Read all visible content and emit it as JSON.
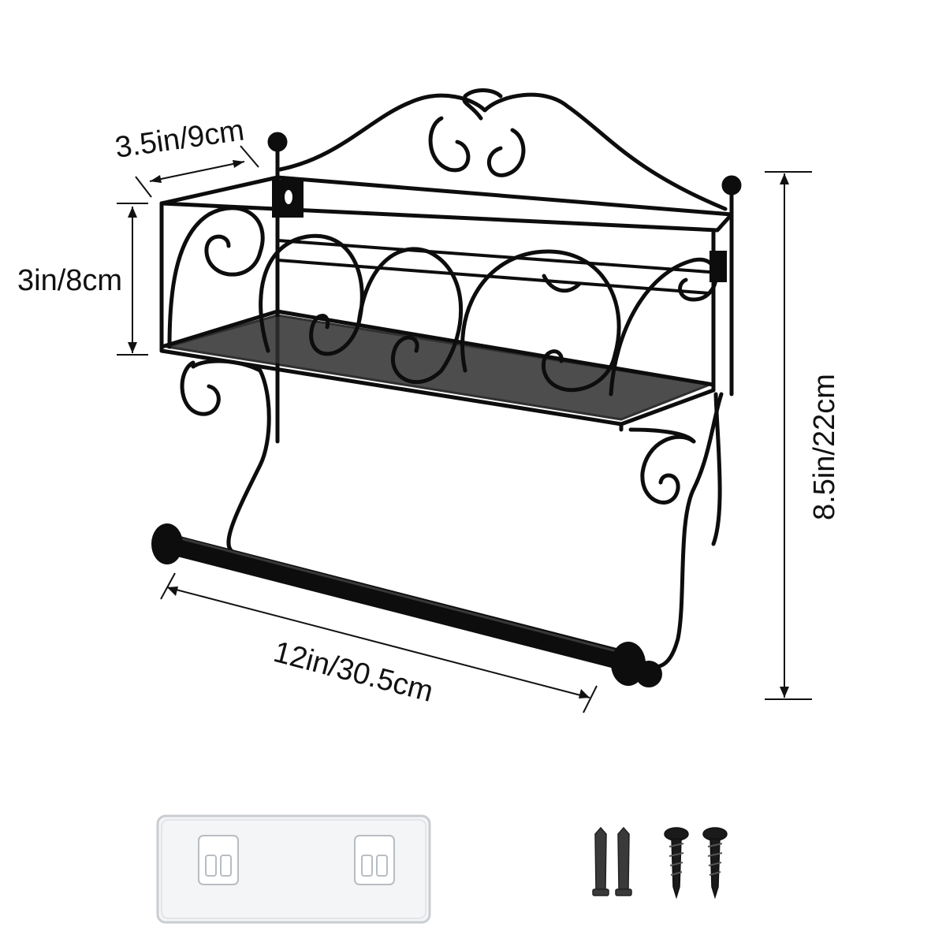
{
  "dimensions": {
    "depth": "3.5in/9cm",
    "shelf_height": "3in/8cm",
    "total_height": "8.5in/22cm",
    "width": "12in/30.5cm"
  },
  "colors": {
    "metal": "#0d0d0d",
    "line": "#111111",
    "background": "#ffffff",
    "adhesive_panel": "#f4f5f6",
    "hardware": "#2a2a2a"
  },
  "accessories": {
    "adhesive_plate": "adhesive-hook-plate",
    "anchors": "wall-anchor-pair",
    "screws": "screw-pair"
  }
}
